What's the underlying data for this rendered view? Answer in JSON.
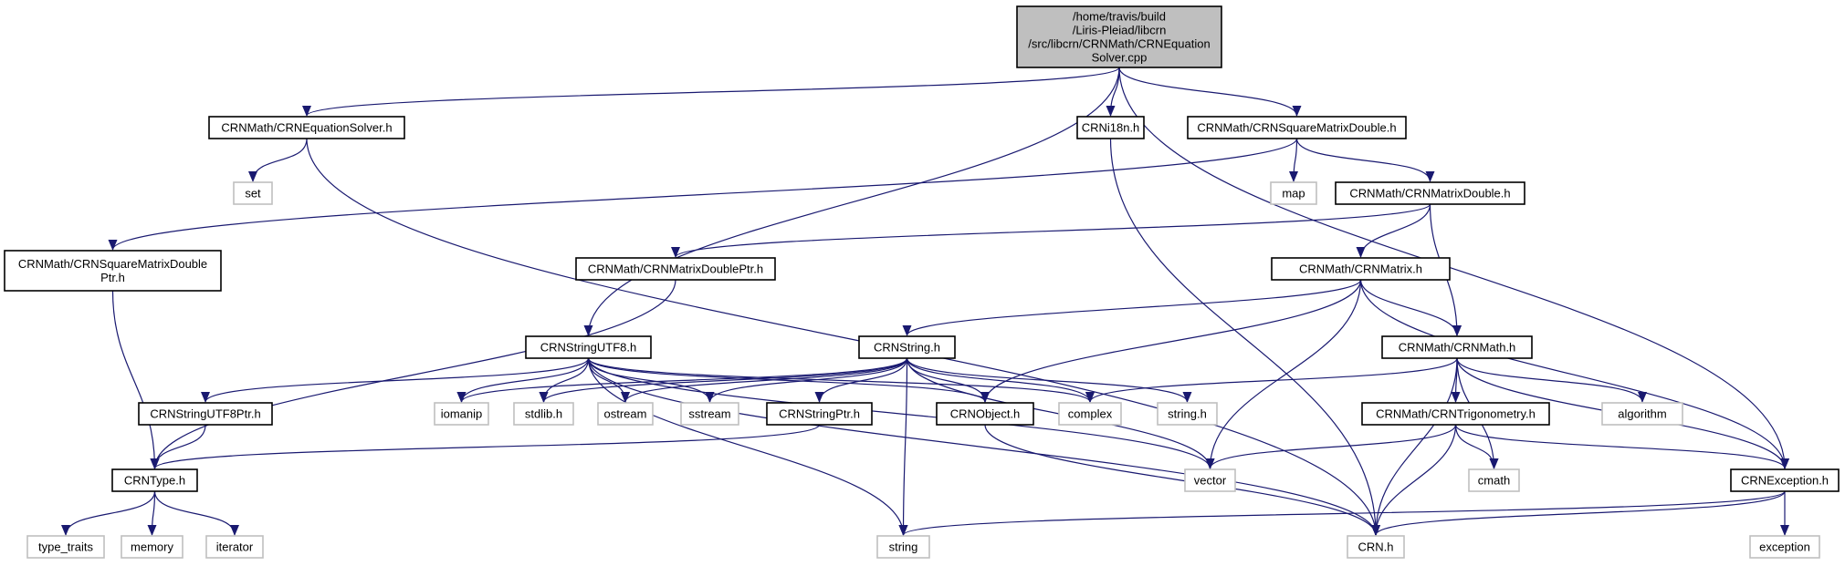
{
  "graph": {
    "colors": {
      "edge": "#191970",
      "root_fill": "#bfbfbf",
      "node_border": "#000000",
      "system_border": "#bfbfbf",
      "text": "#000000"
    },
    "nodes": [
      {
        "id": "root",
        "kind": "root",
        "lines": [
          "/home/travis/build",
          "/Liris-Pleiad/libcrn",
          "/src/libcrn/CRNMath/CRNEquation",
          "Solver.cpp"
        ]
      },
      {
        "id": "eqsolver_h",
        "kind": "header",
        "lines": [
          "CRNMath/CRNEquationSolver.h"
        ]
      },
      {
        "id": "i18n_h",
        "kind": "header",
        "lines": [
          "CRNi18n.h"
        ]
      },
      {
        "id": "sqmatd_h",
        "kind": "header",
        "lines": [
          "CRNMath/CRNSquareMatrixDouble.h"
        ]
      },
      {
        "id": "set",
        "kind": "system",
        "lines": [
          "set"
        ]
      },
      {
        "id": "map",
        "kind": "system",
        "lines": [
          "map"
        ]
      },
      {
        "id": "matd_h",
        "kind": "header",
        "lines": [
          "CRNMath/CRNMatrixDouble.h"
        ]
      },
      {
        "id": "sqmatdptr_h",
        "kind": "header",
        "lines": [
          "CRNMath/CRNSquareMatrixDouble",
          "Ptr.h"
        ]
      },
      {
        "id": "matdptr_h",
        "kind": "header",
        "lines": [
          "CRNMath/CRNMatrixDoublePtr.h"
        ]
      },
      {
        "id": "matrix_h",
        "kind": "header",
        "lines": [
          "CRNMath/CRNMatrix.h"
        ]
      },
      {
        "id": "strutf8_h",
        "kind": "header",
        "lines": [
          "CRNStringUTF8.h"
        ]
      },
      {
        "id": "string_h",
        "kind": "header",
        "lines": [
          "CRNString.h"
        ]
      },
      {
        "id": "math_h",
        "kind": "header",
        "lines": [
          "CRNMath/CRNMath.h"
        ]
      },
      {
        "id": "strutf8ptr_h",
        "kind": "header",
        "lines": [
          "CRNStringUTF8Ptr.h"
        ]
      },
      {
        "id": "iomanip",
        "kind": "system",
        "lines": [
          "iomanip"
        ]
      },
      {
        "id": "stdlib_h",
        "kind": "system",
        "lines": [
          "stdlib.h"
        ]
      },
      {
        "id": "ostream",
        "kind": "system",
        "lines": [
          "ostream"
        ]
      },
      {
        "id": "sstream",
        "kind": "system",
        "lines": [
          "sstream"
        ]
      },
      {
        "id": "strptr_h",
        "kind": "header",
        "lines": [
          "CRNStringPtr.h"
        ]
      },
      {
        "id": "object_h",
        "kind": "header",
        "lines": [
          "CRNObject.h"
        ]
      },
      {
        "id": "complex",
        "kind": "system",
        "lines": [
          "complex"
        ]
      },
      {
        "id": "cstring_h",
        "kind": "system",
        "lines": [
          "string.h"
        ]
      },
      {
        "id": "trig_h",
        "kind": "header",
        "lines": [
          "CRNMath/CRNTrigonometry.h"
        ]
      },
      {
        "id": "algorithm",
        "kind": "system",
        "lines": [
          "algorithm"
        ]
      },
      {
        "id": "type_h",
        "kind": "header",
        "lines": [
          "CRNType.h"
        ]
      },
      {
        "id": "vector",
        "kind": "system",
        "lines": [
          "vector"
        ]
      },
      {
        "id": "cmath",
        "kind": "system",
        "lines": [
          "cmath"
        ]
      },
      {
        "id": "exception_h",
        "kind": "header",
        "lines": [
          "CRNException.h"
        ]
      },
      {
        "id": "type_traits",
        "kind": "system",
        "lines": [
          "type_traits"
        ]
      },
      {
        "id": "memory",
        "kind": "system",
        "lines": [
          "memory"
        ]
      },
      {
        "id": "iterator",
        "kind": "system",
        "lines": [
          "iterator"
        ]
      },
      {
        "id": "string",
        "kind": "system",
        "lines": [
          "string"
        ]
      },
      {
        "id": "crn_h",
        "kind": "system",
        "lines": [
          "CRN.h"
        ]
      },
      {
        "id": "exception",
        "kind": "system",
        "lines": [
          "exception"
        ]
      }
    ],
    "edges": [
      [
        "root",
        "eqsolver_h"
      ],
      [
        "root",
        "i18n_h"
      ],
      [
        "root",
        "sqmatd_h"
      ],
      [
        "root",
        "strutf8_h"
      ],
      [
        "root",
        "exception_h"
      ],
      [
        "eqsolver_h",
        "set"
      ],
      [
        "eqsolver_h",
        "crn_h"
      ],
      [
        "i18n_h",
        "crn_h"
      ],
      [
        "sqmatd_h",
        "map"
      ],
      [
        "sqmatd_h",
        "matd_h"
      ],
      [
        "sqmatd_h",
        "sqmatdptr_h"
      ],
      [
        "matd_h",
        "matdptr_h"
      ],
      [
        "matd_h",
        "matrix_h"
      ],
      [
        "matd_h",
        "math_h"
      ],
      [
        "sqmatdptr_h",
        "type_h"
      ],
      [
        "matdptr_h",
        "type_h"
      ],
      [
        "matrix_h",
        "string_h"
      ],
      [
        "matrix_h",
        "math_h"
      ],
      [
        "matrix_h",
        "object_h"
      ],
      [
        "matrix_h",
        "vector"
      ],
      [
        "matrix_h",
        "exception_h"
      ],
      [
        "strutf8_h",
        "strutf8ptr_h"
      ],
      [
        "strutf8_h",
        "iomanip"
      ],
      [
        "strutf8_h",
        "stdlib_h"
      ],
      [
        "strutf8_h",
        "ostream"
      ],
      [
        "strutf8_h",
        "sstream"
      ],
      [
        "strutf8_h",
        "object_h"
      ],
      [
        "strutf8_h",
        "complex"
      ],
      [
        "strutf8_h",
        "vector"
      ],
      [
        "strutf8_h",
        "string"
      ],
      [
        "strutf8_h",
        "crn_h"
      ],
      [
        "string_h",
        "iomanip"
      ],
      [
        "string_h",
        "stdlib_h"
      ],
      [
        "string_h",
        "ostream"
      ],
      [
        "string_h",
        "sstream"
      ],
      [
        "string_h",
        "strptr_h"
      ],
      [
        "string_h",
        "object_h"
      ],
      [
        "string_h",
        "complex"
      ],
      [
        "string_h",
        "cstring_h"
      ],
      [
        "string_h",
        "vector"
      ],
      [
        "string_h",
        "string"
      ],
      [
        "math_h",
        "complex"
      ],
      [
        "math_h",
        "trig_h"
      ],
      [
        "math_h",
        "algorithm"
      ],
      [
        "math_h",
        "cmath"
      ],
      [
        "math_h",
        "exception_h"
      ],
      [
        "math_h",
        "crn_h"
      ],
      [
        "strutf8ptr_h",
        "type_h"
      ],
      [
        "strptr_h",
        "type_h"
      ],
      [
        "object_h",
        "crn_h"
      ],
      [
        "trig_h",
        "vector"
      ],
      [
        "trig_h",
        "cmath"
      ],
      [
        "trig_h",
        "crn_h"
      ],
      [
        "trig_h",
        "exception_h"
      ],
      [
        "type_h",
        "type_traits"
      ],
      [
        "type_h",
        "memory"
      ],
      [
        "type_h",
        "iterator"
      ],
      [
        "exception_h",
        "string"
      ],
      [
        "exception_h",
        "crn_h"
      ],
      [
        "exception_h",
        "exception"
      ]
    ]
  }
}
